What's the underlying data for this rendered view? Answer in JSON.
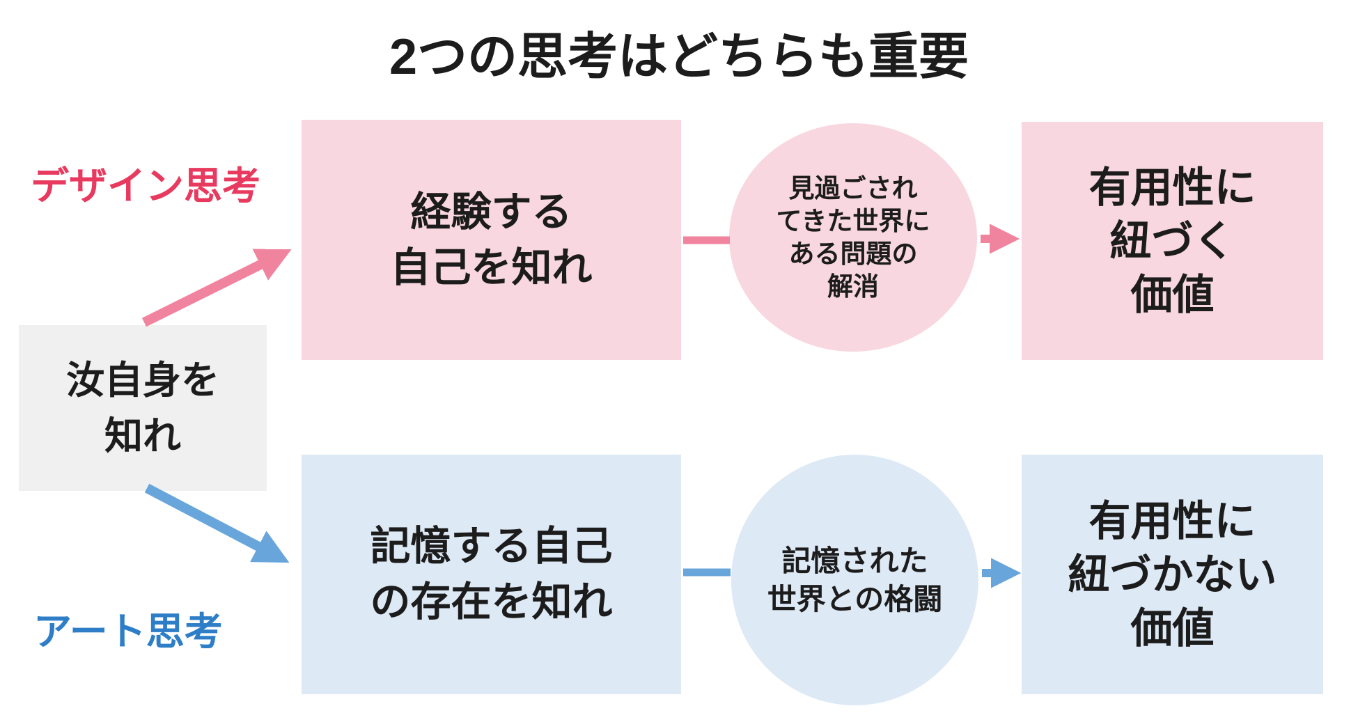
{
  "title": "2つの思考はどちらも重要",
  "colors": {
    "design_accent": "#e8395f",
    "design_fill": "#f8d7e0",
    "design_arrow": "#f0849e",
    "art_accent": "#2e7ec7",
    "art_fill": "#dde9f5",
    "art_arrow": "#68a5da",
    "root_fill": "#f0f0f0",
    "text": "#1c1c1c"
  },
  "root": {
    "label": "汝自身を\n知れ"
  },
  "design": {
    "label": "デザイン思考",
    "step": "経験する\n自己を知れ",
    "process": "見過ごされ\nてきた世界に\nある問題の\n解消",
    "outcome": "有用性に\n紐づく\n価値"
  },
  "art": {
    "label": "アート思考",
    "step": "記憶する自己\nの存在を知れ",
    "process": "記憶された\n世界との格闘",
    "outcome": "有用性に\n紐づかない\n価値"
  }
}
